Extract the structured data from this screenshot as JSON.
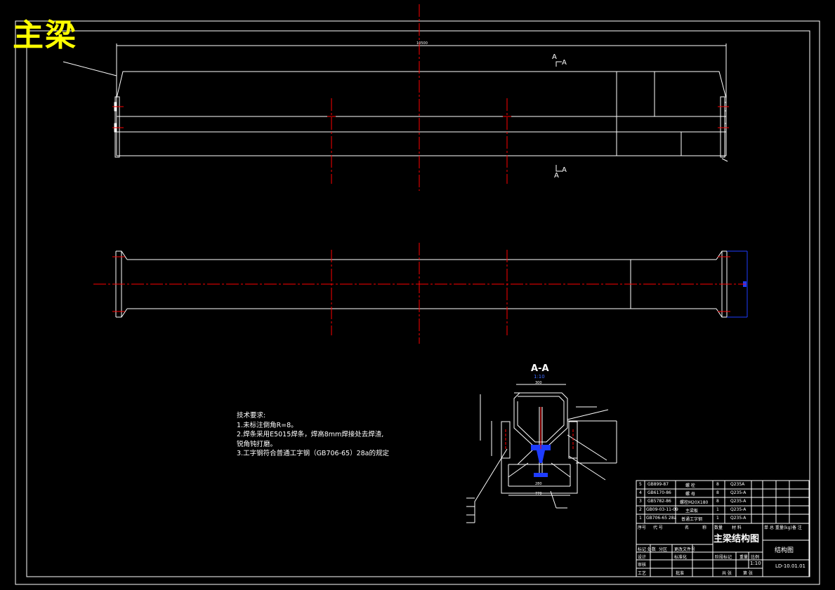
{
  "title": "主梁",
  "view_labels": {
    "section_top": "A",
    "section_top_right": "A",
    "section_bottom": "A",
    "section_bottom_right": "A"
  },
  "section": {
    "title": "A-A",
    "scale": "1:10"
  },
  "notes": {
    "heading": "技术要求:",
    "items": [
      "1.未标注倒角R=8。",
      "2.焊条采用E5015焊条，焊高8mm焊接处去焊渣,",
      "  锐角钝打磨。",
      "3.工字钢符合普通工字钢（GB706-65）28a的规定"
    ]
  },
  "parts_table": {
    "rows": [
      {
        "no": "5",
        "code": "GB899-87",
        "name": "螺 栓",
        "qty": "8",
        "material": "Q235A"
      },
      {
        "no": "4",
        "code": "GB6170-86",
        "name": "螺 母",
        "qty": "8",
        "material": "Q235-A"
      },
      {
        "no": "3",
        "code": "GB5782-86",
        "name": "螺栓M20X180",
        "qty": "8",
        "material": "Q235-A"
      },
      {
        "no": "2",
        "code": "GB09-03-11-09",
        "name": "主梁板",
        "qty": "1",
        "material": "Q235-A"
      },
      {
        "no": "1",
        "code": "GB706-65 28a",
        "name": "普通工字钢",
        "qty": "1",
        "material": "Q235-A"
      }
    ],
    "header": [
      "序号",
      "代 号",
      "名",
      "称",
      "数量",
      "材 料",
      "单 总 重量(kg)",
      "备 注"
    ]
  },
  "title_block": {
    "drawing_title": "主梁结构图",
    "drawing_type": "结构图",
    "drawing_code": "LD-10.01.01",
    "scale": "1:10",
    "labels": {
      "mark": "标记 处数",
      "zone": "分区",
      "change_doc": "更改文件号",
      "designer": "设计",
      "standard": "标准化",
      "checker": "审核",
      "process": "工艺",
      "approve": "批准",
      "stage": "阶段标记",
      "weight": "重量",
      "ratio": "比例",
      "sheets": "共 张",
      "sheet": "第 张"
    }
  },
  "dimensions": {
    "overall_length": "10500",
    "top_width": "300",
    "bottom_width": "770",
    "flange_width": "280"
  },
  "colors": {
    "background": "#000000",
    "outline": "#ffffff",
    "centerline": "#ff0000",
    "title": "#ffff00",
    "highlight": "#1e3cff"
  }
}
